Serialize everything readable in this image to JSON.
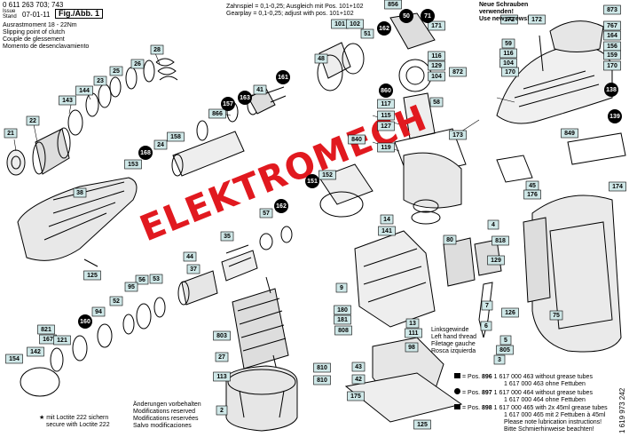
{
  "header": {
    "part_no": "0 611 263 703; 743",
    "issue_label": "Issue",
    "stand_label": "Stand",
    "date": "07-01-11",
    "figure": "Fig./Abb. 1",
    "clutch_lines": [
      "Ausrastmoment 18 - 22Nm",
      "Slipping point of clutch",
      "Couple de glessement",
      "Momento de desenclavamiento"
    ],
    "gear_lines": [
      "Zahnspiel = 0,1-0,25; Ausgleich mit Pos. 101+102",
      "Gearplay = 0,1-0,25; adjust with pos. 101+102"
    ],
    "screws_lines": [
      "Neue Schrauben",
      "verwenden!",
      "Use new screws!"
    ]
  },
  "watermark": "ELEKTROMECH",
  "left_thread": [
    "Linksgewinde",
    "Left hand thread",
    "Filetage gauche",
    "Rosca izquierda"
  ],
  "loctite": [
    "★ mit Loctite 222 sichern",
    "secure with Loctite 222"
  ],
  "changes": [
    "Änderungen vorbehalten",
    "Modifications reserved",
    "Modifications reservées",
    "Salvo modificaciones"
  ],
  "legend": [
    {
      "pos": "896",
      "text": "1 617 000 463 without grease tubes"
    },
    {
      "pos": "",
      "text": "1 617 000 463 ohne Fettuben"
    },
    {
      "pos": "897",
      "text": "1 617 000 464 without grease tubes"
    },
    {
      "pos": "",
      "text": "1 617 000 464 ohne Fettuben"
    },
    {
      "pos": "898",
      "text": "1 617 000 465 with 2x 45ml grease tubes"
    },
    {
      "pos": "",
      "text": "1 617 000 465 mit 2 Fettuben à 45ml"
    },
    {
      "pos": "",
      "text": "Please note lubrication instructions!"
    },
    {
      "pos": "",
      "text": "Bitte Schmierhinweise beachten!"
    }
  ],
  "pos_prefix": "= Pos.",
  "side_code": "1 619 973 242",
  "labels_square": [
    "21",
    "22",
    "143",
    "144",
    "23",
    "25",
    "26",
    "28",
    "153",
    "38",
    "125",
    "24",
    "158",
    "41",
    "866",
    "56",
    "94",
    "95",
    "53",
    "52",
    "44",
    "35",
    "57",
    "37",
    "154",
    "142",
    "821",
    "167",
    "121",
    "803",
    "27",
    "113",
    "2",
    "101",
    "102",
    "51",
    "48",
    "856",
    "171",
    "129",
    "116",
    "104",
    "117",
    "115",
    "127",
    "840",
    "119",
    "58",
    "59",
    "116b",
    "104b",
    "872",
    "872b",
    "173",
    "152",
    "14",
    "141",
    "4",
    "818",
    "80",
    "9",
    "7",
    "126",
    "5",
    "805",
    "3",
    "180",
    "181",
    "808",
    "13",
    "111",
    "98",
    "43",
    "42",
    "175",
    "810",
    "810b",
    "125b",
    "172",
    "873",
    "767",
    "164",
    "156",
    "159",
    "170",
    "170b",
    "849",
    "45",
    "176",
    "174",
    "75",
    "6",
    "129b"
  ],
  "labels_circle": [
    "161",
    "157",
    "163",
    "168",
    "162",
    "151",
    "160",
    "162b",
    "138",
    "139",
    "860",
    "50",
    "71"
  ],
  "label_text": {
    "21": "21",
    "22": "22",
    "143": "143",
    "144": "144",
    "23": "23",
    "25": "25",
    "26": "26",
    "28": "28",
    "153": "153",
    "38": "38",
    "125": "125",
    "24": "24",
    "158": "158",
    "41": "41",
    "866": "866",
    "56": "56",
    "94": "94",
    "95": "95",
    "53": "53",
    "52": "52",
    "44": "44",
    "35": "35",
    "57": "57",
    "37": "37",
    "154": "154",
    "142": "142",
    "821": "821",
    "167": "167",
    "121": "121",
    "803": "803",
    "27": "27",
    "113": "113",
    "2": "2",
    "101": "101",
    "102": "102",
    "51": "51",
    "48": "48",
    "856": "856",
    "171": "171",
    "129": "129",
    "116": "116",
    "104": "104",
    "117": "117",
    "115": "115",
    "127": "127",
    "840": "840",
    "119": "119",
    "58": "58",
    "59": "59",
    "116b": "116",
    "104b": "104",
    "872": "872",
    "872b": "172",
    "173": "173",
    "152": "152",
    "14": "14",
    "141": "141",
    "4": "4",
    "818": "818",
    "80": "80",
    "9": "9",
    "7": "7",
    "126": "126",
    "5": "5",
    "805": "805",
    "3": "3",
    "180": "180",
    "181": "181",
    "808": "808",
    "13": "13",
    "111": "111",
    "98": "98",
    "43": "43",
    "42": "42",
    "175": "175",
    "810": "810",
    "810b": "810",
    "125b": "125",
    "172": "172",
    "873": "873",
    "767": "767",
    "164": "164",
    "156": "156",
    "159": "159",
    "170": "170",
    "170b": "170",
    "849": "849",
    "45": "45",
    "176": "176",
    "174": "174",
    "75": "75",
    "6": "6",
    "129b": "129",
    "161": "161",
    "157": "157",
    "163": "163",
    "168": "168",
    "162": "162",
    "151": "151",
    "160": "160",
    "162b": "162",
    "138": "138",
    "139": "139",
    "860": "860",
    "50": "50",
    "71": "71"
  }
}
